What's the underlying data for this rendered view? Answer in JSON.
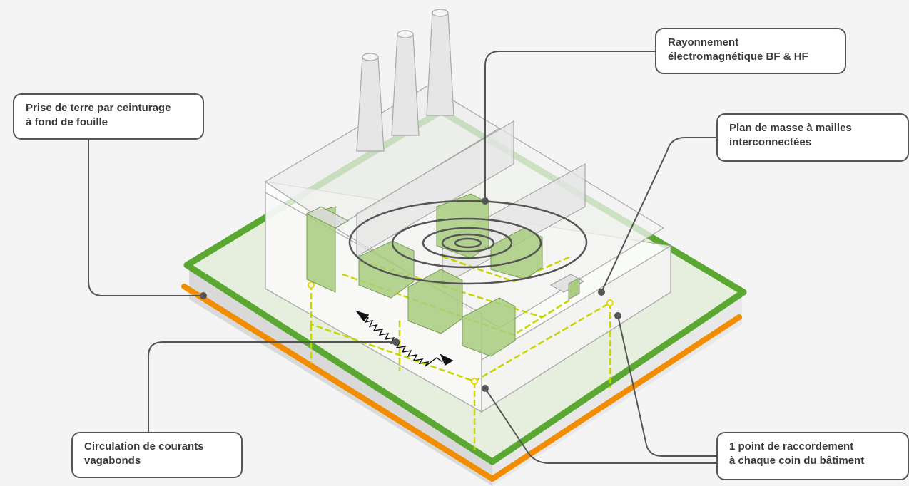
{
  "callouts": {
    "prise_de_terre": {
      "line1": "Prise de terre par ceinturage",
      "line2": "à fond de fouille"
    },
    "rayonnement": {
      "line1": "Rayonnement",
      "line2": "électromagnétique BF & HF"
    },
    "plan_de_masse": {
      "line1": "Plan de masse à mailles",
      "line2": "interconnectées"
    },
    "courants_vagabonds": {
      "line1": "Circulation de courants",
      "line2": "vagabonds"
    },
    "raccordement": {
      "line1": "1 point de raccordement",
      "line2": "à chaque coin du bâtiment"
    }
  },
  "colors": {
    "background": "#f4f4f4",
    "ground_ring": "#5aa832",
    "orange_conductor": "#f28c00",
    "mesh": "#c8d400",
    "equipment": "#a9cc7e",
    "callout_border": "#555555",
    "leader_line": "#555555"
  }
}
